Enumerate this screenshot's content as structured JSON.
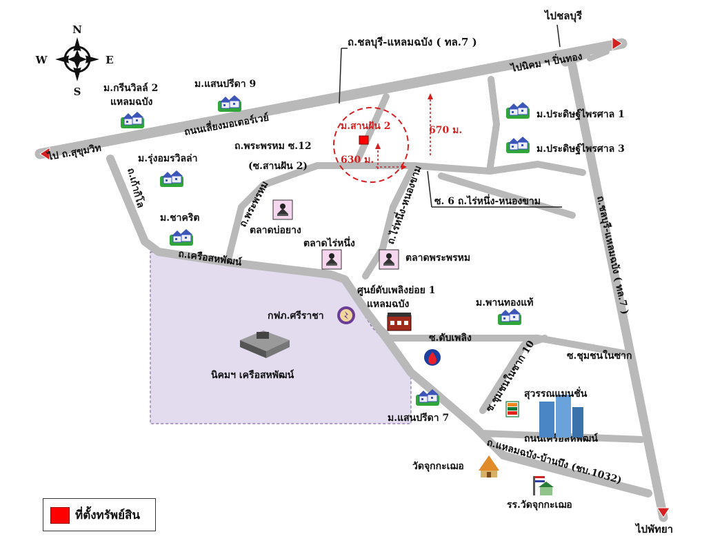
{
  "compass": {
    "n": "N",
    "s": "S",
    "e": "E",
    "w": "W"
  },
  "roads": {
    "main_top": "ถ.ชลบุรี-แหลมฉบัง ( ทล.7 )",
    "to_chonburi": "ไปชลบุรี",
    "to_sukhumvit": "ไป ถ.สุขุมวิท",
    "to_nikhom": "ไปนิคม ฯ ปิ่นทอง",
    "bypass": "ถนนเลี่ยงมอเตอร์เวย์",
    "phraphrom12": "ถ.พระพรหม ซ.12",
    "sanfan2_soi": "(ซ.สานฝัน 2)",
    "kaokilo": "ถ.เก้ากิโล",
    "phraphrom": "ถ.พระพรหม",
    "raining_nongkham_vert": "ถ.ไร่หนึ่ง-หนองขาม",
    "soi6": "ซ. 6 ถ.ไร่หนึ่ง-หนองขาม",
    "khruea_top": "ถ.เครือสหพัฒน์",
    "chonburi_right": "ถ.ชลบุรี-แหลมฉบัง ( ทล.7 )",
    "soi_dabphloeng": "ซ.ดับเพลิง",
    "soi_chumchon_h": "ซ.ชุมชนในซาก",
    "soi_chumchon_d": "ซ.ชุมชนในซาก 10",
    "khruea_bottom": "ถนนเครือสหพัฒน์",
    "laemchabang_banbueng": "ถ.แหลมฉบัง-บ้านบึง (ชบ.1032)",
    "to_pattaya": "ไปพัทยา"
  },
  "distances": {
    "d670": "670 ม.",
    "d630": "630 ม."
  },
  "property": "ม.สานฝัน 2",
  "places": {
    "greenville": "ม.กรีนวิลล์ 2",
    "greenville2": "แหลมฉบัง",
    "saenprida9": "ม.แสนปรีดา 9",
    "rungamorn": "ม.รุ่งอมรวิลล่า",
    "chakrit": "ม.ชาคริต",
    "prachin1": "ม.ประดิษฐ์ไพรศาล 1",
    "prachin3": "ม.ประดิษฐ์ไพรศาล 3",
    "talad_boyang": "ตลาดบ่อยาง",
    "talad_rainueng": "ตลาดไร่หนึ่ง",
    "talad_phraphrom": "ตลาดพระพรหม",
    "fire_station": "ศูนย์ดับเพลิงย่อย 1",
    "fire_station2": "แหลมฉบัง",
    "pea": "กฟภ.ศรีราชา",
    "industrial": "นิคมฯ เครือสหพัฒน์",
    "phanthongthae": "ม.พานทองแท้",
    "suwan_mansion": "สุวรรณแมนชั่น",
    "saenprida7": "ม.แสนปรีดา 7",
    "wat": "วัดจุกกะเฌอ",
    "school": "รร.วัดจุกกะเฌอ"
  },
  "legend": {
    "label": "ที่ตั้งทรัพย์สิน"
  },
  "colors": {
    "road": "#b9b9b9",
    "industrial_zone": "#e3dcef",
    "property": "#ff0000",
    "arrow": "#d42020"
  }
}
